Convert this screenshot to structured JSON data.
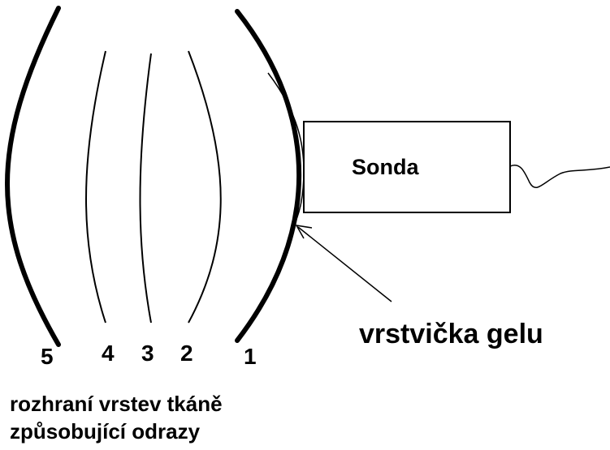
{
  "diagram": {
    "probe_label": "Sonda",
    "gel_label": "vrstvička gelu",
    "interfaces": [
      {
        "id": "1",
        "label": "1",
        "line": "thick"
      },
      {
        "id": "2",
        "label": "2",
        "line": "thin"
      },
      {
        "id": "3",
        "label": "3",
        "line": "thin"
      },
      {
        "id": "4",
        "label": "4",
        "line": "thin"
      },
      {
        "id": "5",
        "label": "5",
        "line": "thick"
      }
    ],
    "caption": {
      "line1": "rozhraní vrstev tkáně",
      "line2": "způsobující odrazy"
    },
    "colors": {
      "ink": "#000000",
      "background": "#ffffff"
    }
  }
}
